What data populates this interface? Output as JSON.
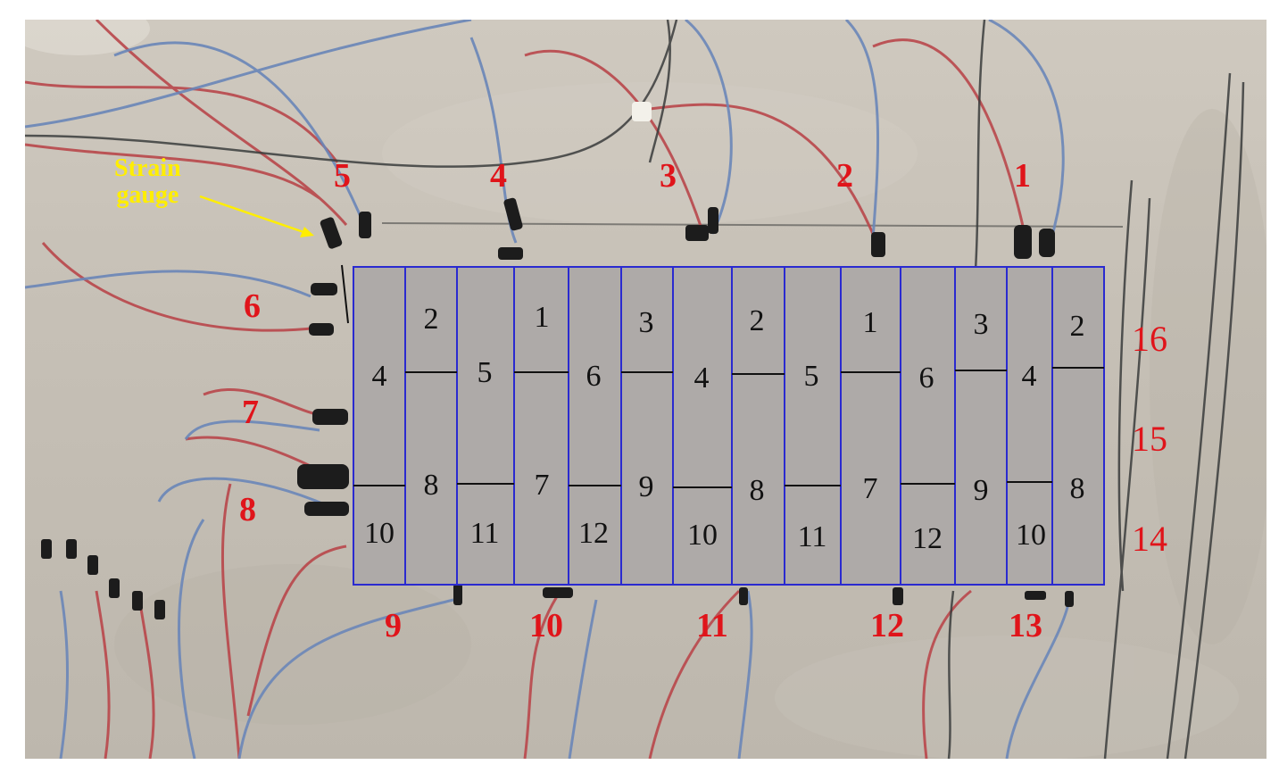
{
  "annotation": {
    "line1": "Strain",
    "line2": "gauge"
  },
  "gauge_labels_top": [
    "5",
    "4",
    "3",
    "2",
    "1"
  ],
  "gauge_labels_left": [
    "6",
    "7",
    "8"
  ],
  "gauge_labels_bottom": [
    "9",
    "10",
    "11",
    "12",
    "13"
  ],
  "gauge_labels_right": [
    "16",
    "15",
    "14"
  ],
  "block_labels": [
    "4",
    "2",
    "5",
    "1",
    "6",
    "3",
    "4",
    "2",
    "5",
    "1",
    "6",
    "3",
    "4",
    "2",
    "8",
    "10",
    "11",
    "7",
    "12",
    "9",
    "10",
    "8",
    "11",
    "7",
    "12",
    "9",
    "10",
    "8"
  ],
  "colors": {
    "label_red": "#e0141a",
    "annotation_yellow": "#ffee00",
    "block_fill": "#aeaaa8",
    "block_border": "#2a2ad0"
  }
}
